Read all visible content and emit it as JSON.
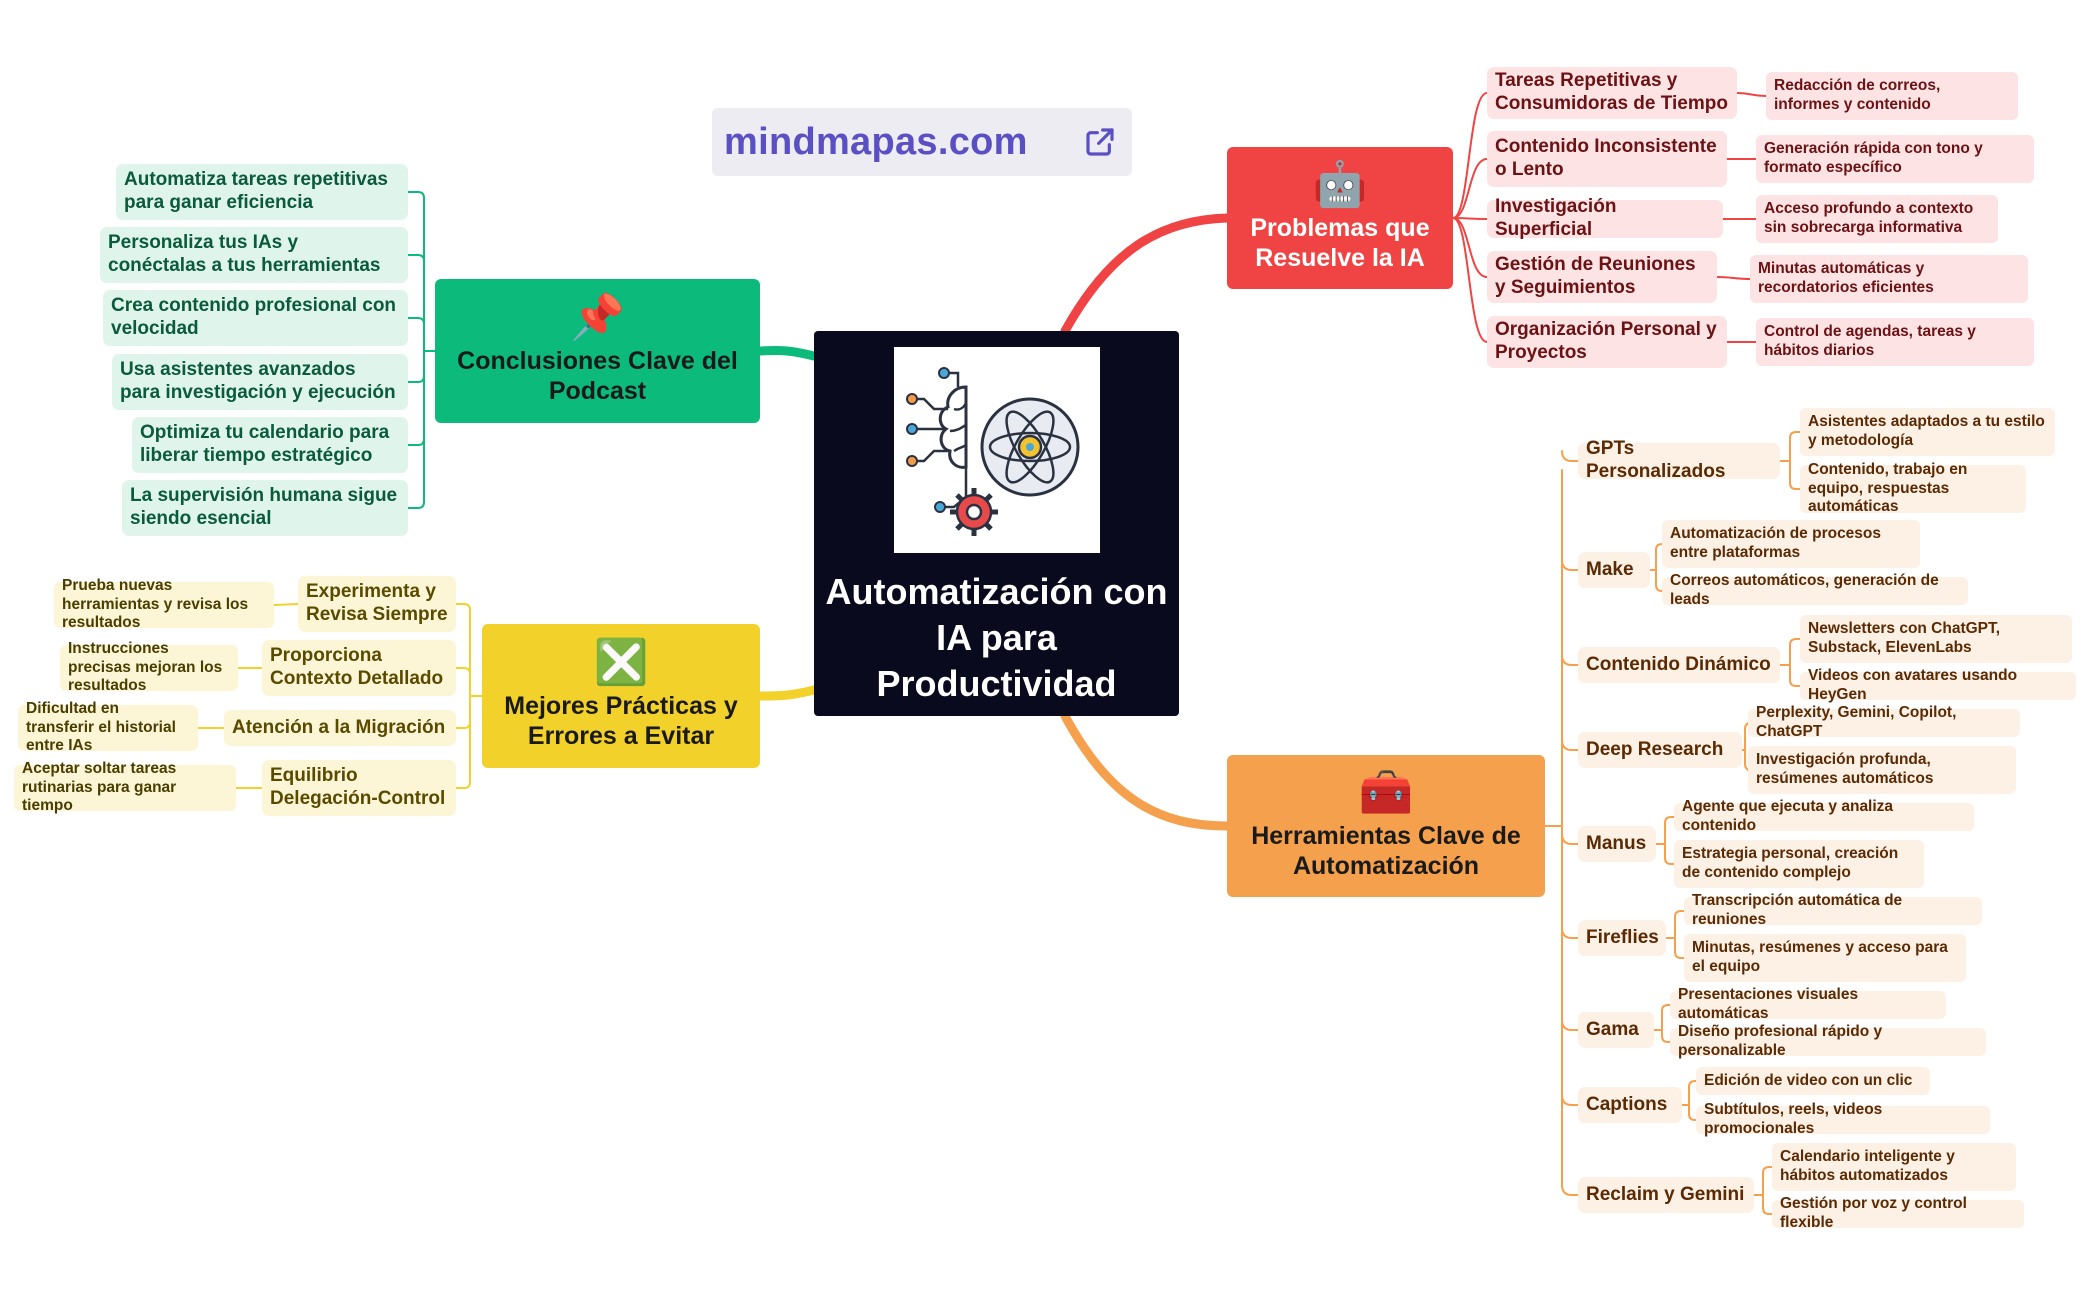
{
  "brand": {
    "text": "mindmapas.com",
    "icon": "external-link-icon",
    "color": "#5b4fc4"
  },
  "center": {
    "title": "Automatización con IA para Productividad",
    "image_icon": "ai-brain-atom-gear-icon",
    "background": "#0a0a1e"
  },
  "colors": {
    "red": "#f04444",
    "orange": "#f5a04c",
    "green": "#0cbb7c",
    "yellow": "#f2d22a"
  },
  "branches": {
    "problems": {
      "title": "Problemas que Resuelve la IA",
      "emoji": "🤖",
      "emoji_name": "robot-icon",
      "items": [
        {
          "label": "Tareas Repetitivas y Consumidoras de Tiempo",
          "children": [
            "Redacción de correos, informes y contenido"
          ]
        },
        {
          "label": "Contenido Inconsistente o Lento",
          "children": [
            "Generación rápida con tono y formato específico"
          ]
        },
        {
          "label": "Investigación Superficial",
          "children": [
            "Acceso profundo a contexto sin sobrecarga informativa"
          ]
        },
        {
          "label": "Gestión de Reuniones y Seguimientos",
          "children": [
            "Minutas automáticas y recordatorios eficientes"
          ]
        },
        {
          "label": "Organización Personal y Proyectos",
          "children": [
            "Control de agendas, tareas y hábitos diarios"
          ]
        }
      ]
    },
    "tools": {
      "title": "Herramientas Clave de Automatización",
      "emoji": "🧰",
      "emoji_name": "toolbox-icon",
      "items": [
        {
          "label": "GPTs Personalizados",
          "children": [
            "Asistentes adaptados a tu estilo y metodología",
            "Contenido, trabajo en equipo, respuestas automáticas"
          ]
        },
        {
          "label": "Make",
          "children": [
            "Automatización de procesos entre plataformas",
            "Correos automáticos, generación de leads"
          ]
        },
        {
          "label": "Contenido Dinámico",
          "children": [
            "Newsletters con ChatGPT, Substack, ElevenLabs",
            "Videos con avatares usando HeyGen"
          ]
        },
        {
          "label": "Deep Research",
          "children": [
            "Perplexity, Gemini, Copilot, ChatGPT",
            "Investigación profunda, resúmenes automáticos"
          ]
        },
        {
          "label": "Manus",
          "children": [
            "Agente que ejecuta y analiza contenido",
            "Estrategia personal, creación de contenido complejo"
          ]
        },
        {
          "label": "Fireflies",
          "children": [
            "Transcripción automática de reuniones",
            "Minutas, resúmenes y acceso para el equipo"
          ]
        },
        {
          "label": "Gama",
          "children": [
            "Presentaciones visuales automáticas",
            "Diseño profesional rápido y personalizable"
          ]
        },
        {
          "label": "Captions",
          "children": [
            "Edición de video con un clic",
            "Subtítulos, reels, videos promocionales"
          ]
        },
        {
          "label": "Reclaim y Gemini",
          "children": [
            "Calendario inteligente y hábitos automatizados",
            "Gestión por voz y control flexible"
          ]
        }
      ]
    },
    "conclusions": {
      "title": "Conclusiones Clave del Podcast",
      "emoji": "📌",
      "emoji_name": "pushpin-icon",
      "items": [
        "Automatiza tareas repetitivas para ganar eficiencia",
        "Personaliza tus IAs y conéctalas a tus herramientas",
        "Crea contenido profesional con velocidad",
        "Usa asistentes avanzados para investigación y ejecución",
        "Optimiza tu calendario para liberar tiempo estratégico",
        "La supervisión humana sigue siendo esencial"
      ]
    },
    "practices": {
      "title": "Mejores Prácticas y Errores a Evitar",
      "emoji": "❎",
      "emoji_name": "cross-mark-button-icon",
      "items": [
        {
          "label": "Experimenta y Revisa Siempre",
          "children": [
            "Prueba nuevas herramientas y revisa los resultados"
          ]
        },
        {
          "label": "Proporciona Contexto Detallado",
          "children": [
            "Instrucciones precisas mejoran los resultados"
          ]
        },
        {
          "label": "Atención a la Migración",
          "children": [
            "Dificultad en transferir el historial entre IAs"
          ]
        },
        {
          "label": "Equilibrio Delegación-Control",
          "children": [
            "Aceptar soltar tareas rutinarias para ganar tiempo"
          ]
        }
      ]
    }
  }
}
